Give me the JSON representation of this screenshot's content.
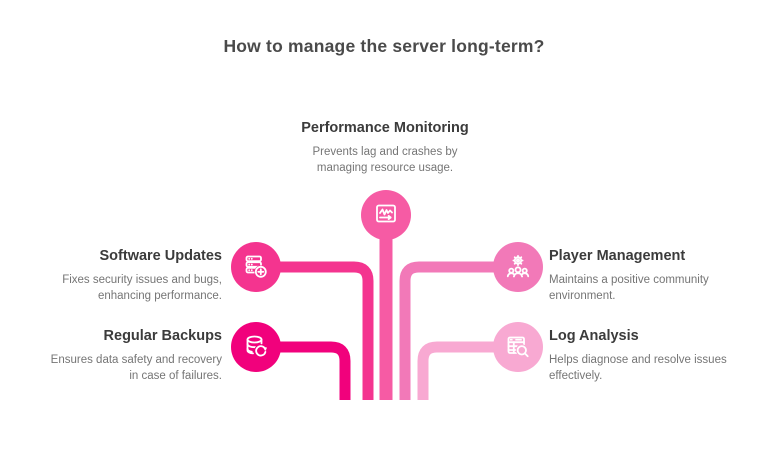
{
  "title": "How to manage the server long-term?",
  "colors": {
    "background": "#FFFFFF",
    "title_text": "#4A4A4A",
    "heading_text": "#3B3B3B",
    "body_text": "#757575",
    "performance_monitoring": "#F65BA4",
    "software_updates": "#F4348F",
    "regular_backups": "#F1017C",
    "player_management": "#F279B8",
    "log_analysis": "#F8A9D2"
  },
  "items": [
    {
      "id": "performance-monitoring",
      "title": "Performance Monitoring",
      "desc": [
        "Prevents lag and crashes by",
        "managing resource usage."
      ],
      "color": "#F65BA4",
      "icon": "performance-monitor-icon"
    },
    {
      "id": "software-updates",
      "title": "Software Updates",
      "desc": [
        "Fixes security issues and bugs,",
        "enhancing performance."
      ],
      "color": "#F4348F",
      "icon": "server-plus-icon"
    },
    {
      "id": "regular-backups",
      "title": "Regular Backups",
      "desc": [
        "Ensures data safety and recovery",
        "in case of failures."
      ],
      "color": "#F1017C",
      "icon": "database-refresh-icon"
    },
    {
      "id": "player-management",
      "title": "Player Management",
      "desc": [
        "Maintains a positive community",
        "environment."
      ],
      "color": "#F279B8",
      "icon": "users-gear-icon"
    },
    {
      "id": "log-analysis",
      "title": "Log Analysis",
      "desc": [
        "Helps diagnose and resolve issues",
        "effectively."
      ],
      "color": "#F8A9D2",
      "icon": "table-search-icon"
    }
  ]
}
